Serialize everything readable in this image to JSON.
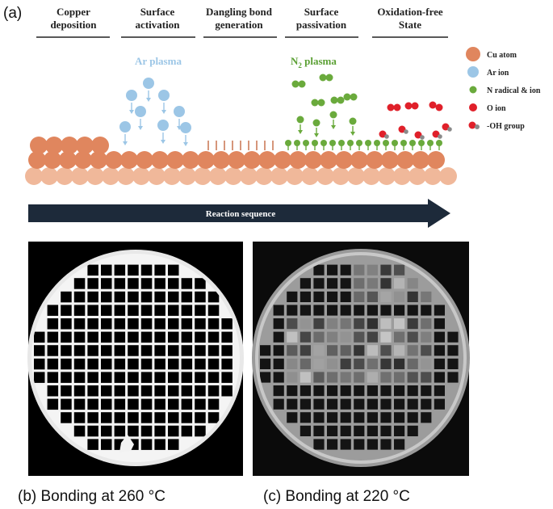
{
  "panel_a": {
    "label": "(a)",
    "steps": [
      {
        "line1": "Copper",
        "line2": "deposition"
      },
      {
        "line1": "Surface",
        "line2": "activation"
      },
      {
        "line1": "Dangling bond",
        "line2": "generation"
      },
      {
        "line1": "Surface",
        "line2": "passivation"
      },
      {
        "line1": "Oxidation-free",
        "line2": "State"
      }
    ],
    "ar_plasma": "Ar plasma",
    "n2_plasma": {
      "base": "N",
      "sub": "2",
      "rest": " plasma"
    },
    "legend": [
      {
        "label": "Cu atom",
        "color": "#e0865e"
      },
      {
        "label": "Ar ion",
        "color": "#9cc6e6"
      },
      {
        "label": "N radical & ion",
        "color": "#6aaa3c"
      },
      {
        "label": "O ion",
        "color": "#e0202a"
      },
      {
        "label": "-OH group",
        "color": "#e0202a"
      }
    ],
    "arrow_label": "Reaction sequence"
  },
  "panel_b": {
    "caption": "(b) Bonding at 260 °C"
  },
  "panel_c": {
    "caption": "(c) Bonding at 220 °C"
  },
  "colors": {
    "cu": "#e0865e",
    "cu_dark": "#c46a43",
    "cu_light": "#f0b89a",
    "ar": "#9cc6e6",
    "n": "#6aaa3c",
    "o": "#e0202a",
    "oh_h": "#8a8a8a",
    "arrow": "#1d2a3a",
    "plasma_ar": "#9cc6e6",
    "plasma_n": "#5ba034"
  }
}
